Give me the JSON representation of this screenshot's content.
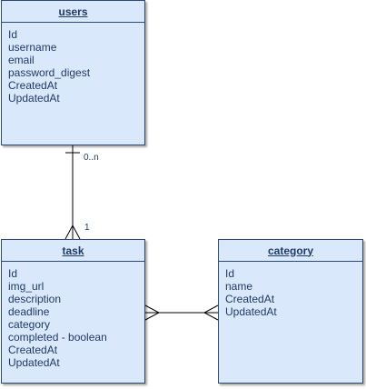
{
  "entities": {
    "users": {
      "title": "users",
      "fields": [
        "Id",
        "username",
        "email",
        "password_digest",
        "CreatedAt",
        "UpdatedAt"
      ]
    },
    "task": {
      "title": "task",
      "fields": [
        "Id",
        "img_url",
        "description",
        "deadline",
        "category",
        "completed - boolean",
        "CreatedAt",
        "UpdatedAt"
      ]
    },
    "category": {
      "title": "category",
      "fields": [
        "Id",
        "name",
        "CreatedAt",
        "UpdatedAt"
      ]
    }
  },
  "relations": [
    {
      "from": "users",
      "to": "task",
      "from_label": "0..n",
      "to_label": "1",
      "from_end": "one",
      "to_end": "many"
    },
    {
      "from": "task",
      "to": "category",
      "from_end": "many",
      "to_end": "many"
    }
  ],
  "colors": {
    "entity_fill": "#dae8fc",
    "entity_border": "#2b4a77",
    "text": "#1f3a66",
    "connector": "#000000"
  }
}
